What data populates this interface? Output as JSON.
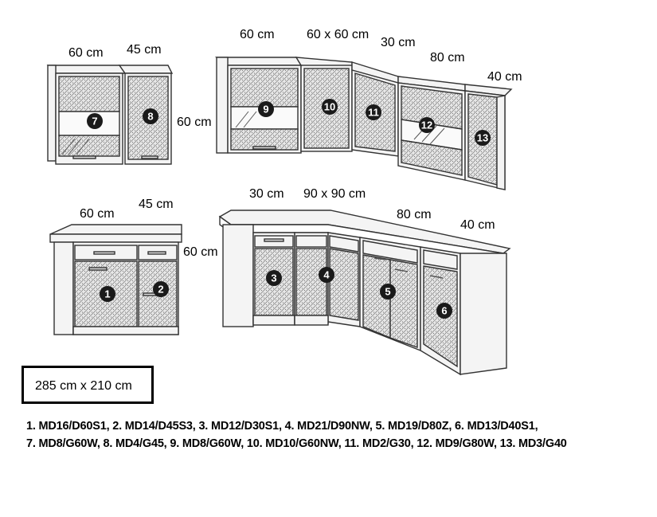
{
  "dimensions": {
    "upper_left_60": "60 cm",
    "upper_left_45": "45 cm",
    "upper_height_60": "60 cm",
    "upper_60": "60 cm",
    "upper_corner": "60 x 60 cm",
    "upper_30": "30 cm",
    "upper_80": "80 cm",
    "upper_40": "40 cm",
    "lower_left_60": "60 cm",
    "lower_left_45": "45 cm",
    "lower_height_60": "60 cm",
    "lower_30": "30 cm",
    "lower_corner": "90 x 90 cm",
    "lower_80": "80 cm",
    "lower_40": "40 cm"
  },
  "units": [
    "1",
    "2",
    "3",
    "4",
    "5",
    "6",
    "7",
    "8",
    "9",
    "10",
    "11",
    "12",
    "13"
  ],
  "total_size": "285 cm x 210 cm",
  "legend": {
    "line1": "1. MD16/D60S1, 2. MD14/D45S3, 3. MD12/D30S1, 4. MD21/D90NW, 5. MD19/D80Z, 6. MD13/D40S1,",
    "line2": "7. MD8/G60W, 8. MD4/G45, 9. MD8/G60W, 10. MD10/G60NW, 11. MD2/G30, 12. MD9/G80W, 13. MD3/G40"
  },
  "colors": {
    "line": "#333333",
    "panel": "#f4f4f4",
    "texture": "#9a9a9a",
    "badge": "#1a1a1a"
  }
}
